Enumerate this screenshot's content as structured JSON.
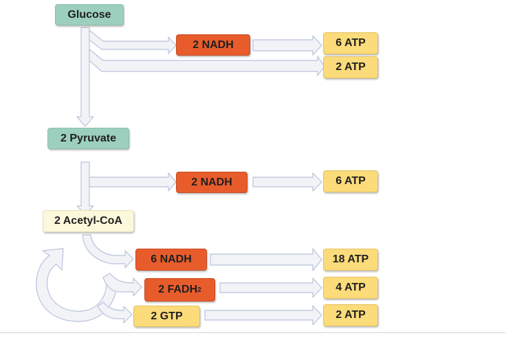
{
  "diagram": {
    "title": "Cellular respiration ATP yield",
    "colors": {
      "substrate": "#9ccfbe",
      "acetyl": "#fdf8dc",
      "carrier": "#e85c2c",
      "atp": "#fbdb7a",
      "arrow_fill": "#f2f3f7",
      "arrow_stroke": "#b9c2dc"
    },
    "nodes": {
      "glucose": "Glucose",
      "pyruvate": "2 Pyruvate",
      "acetyl_coa": "2 Acetyl-CoA",
      "glycolysis_nadh": "2 NADH",
      "glycolysis_nadh_atp": "6 ATP",
      "glycolysis_atp": "2 ATP",
      "pyruvate_nadh": "2 NADH",
      "pyruvate_nadh_atp": "6 ATP",
      "krebs_nadh": "6 NADH",
      "krebs_nadh_atp": "18 ATP",
      "krebs_fadh2_prefix": "2 FADH",
      "krebs_fadh2_sub": "2",
      "krebs_fadh2_atp": "4 ATP",
      "krebs_gtp": "2 GTP",
      "krebs_gtp_atp": "2 ATP"
    }
  }
}
